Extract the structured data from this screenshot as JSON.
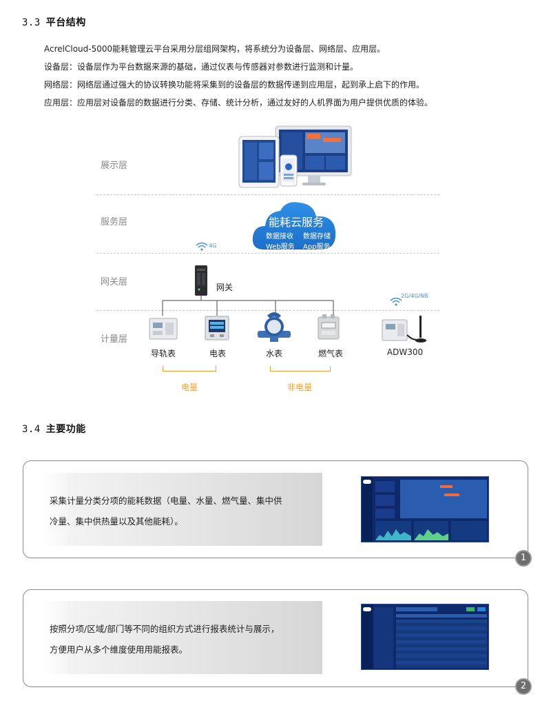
{
  "section_33": {
    "number": "3.3",
    "title": "平台结构"
  },
  "intro": [
    "AcrelCloud-5000能耗管理云平台采用分层组网架构，将系统分为设备层、网络层、应用层。",
    "设备层：设备层作为平台数据来源的基础，通过仪表与传感器对参数进行监测和计量。",
    "网络层：网络层通过强大的协议转换功能将采集到的设备层的数据传递到应用层，起到承上启下的作用。",
    "应用层：应用层对设备层的数据进行分类、存储、统计分析，通过友好的人机界面为用户提供优质的体验。"
  ],
  "diagram": {
    "layers": [
      "展示层",
      "服务层",
      "网关层",
      "计量层"
    ],
    "cloud": {
      "title": "能耗云服务",
      "items": [
        "数据接收",
        "数据存储",
        "Web服务",
        "App服务"
      ]
    },
    "gateway": {
      "label": "网关",
      "signal": "4G"
    },
    "devices": [
      "导轨表",
      "电表",
      "水表",
      "燃气表",
      "ADW300"
    ],
    "adw_signal": "2G/4G/NB",
    "groups": [
      "电量",
      "非电量"
    ],
    "colors": {
      "accent": "#f0a030",
      "cloud": "#1e7fd6",
      "signal": "#4a8fd8"
    }
  },
  "section_34": {
    "number": "3.4",
    "title": "主要功能"
  },
  "features": [
    {
      "lines": [
        "采集计量分类分项的能耗数据（电量、水量、燃气量、集中供",
        "冷量、集中供热量以及其他能耗）。"
      ],
      "badge": "1"
    },
    {
      "lines": [
        "按照分项/区域/部门等不同的组织方式进行报表统计与展示，",
        "方便用户从多个维度使用用能报表。"
      ],
      "badge": "2"
    }
  ]
}
